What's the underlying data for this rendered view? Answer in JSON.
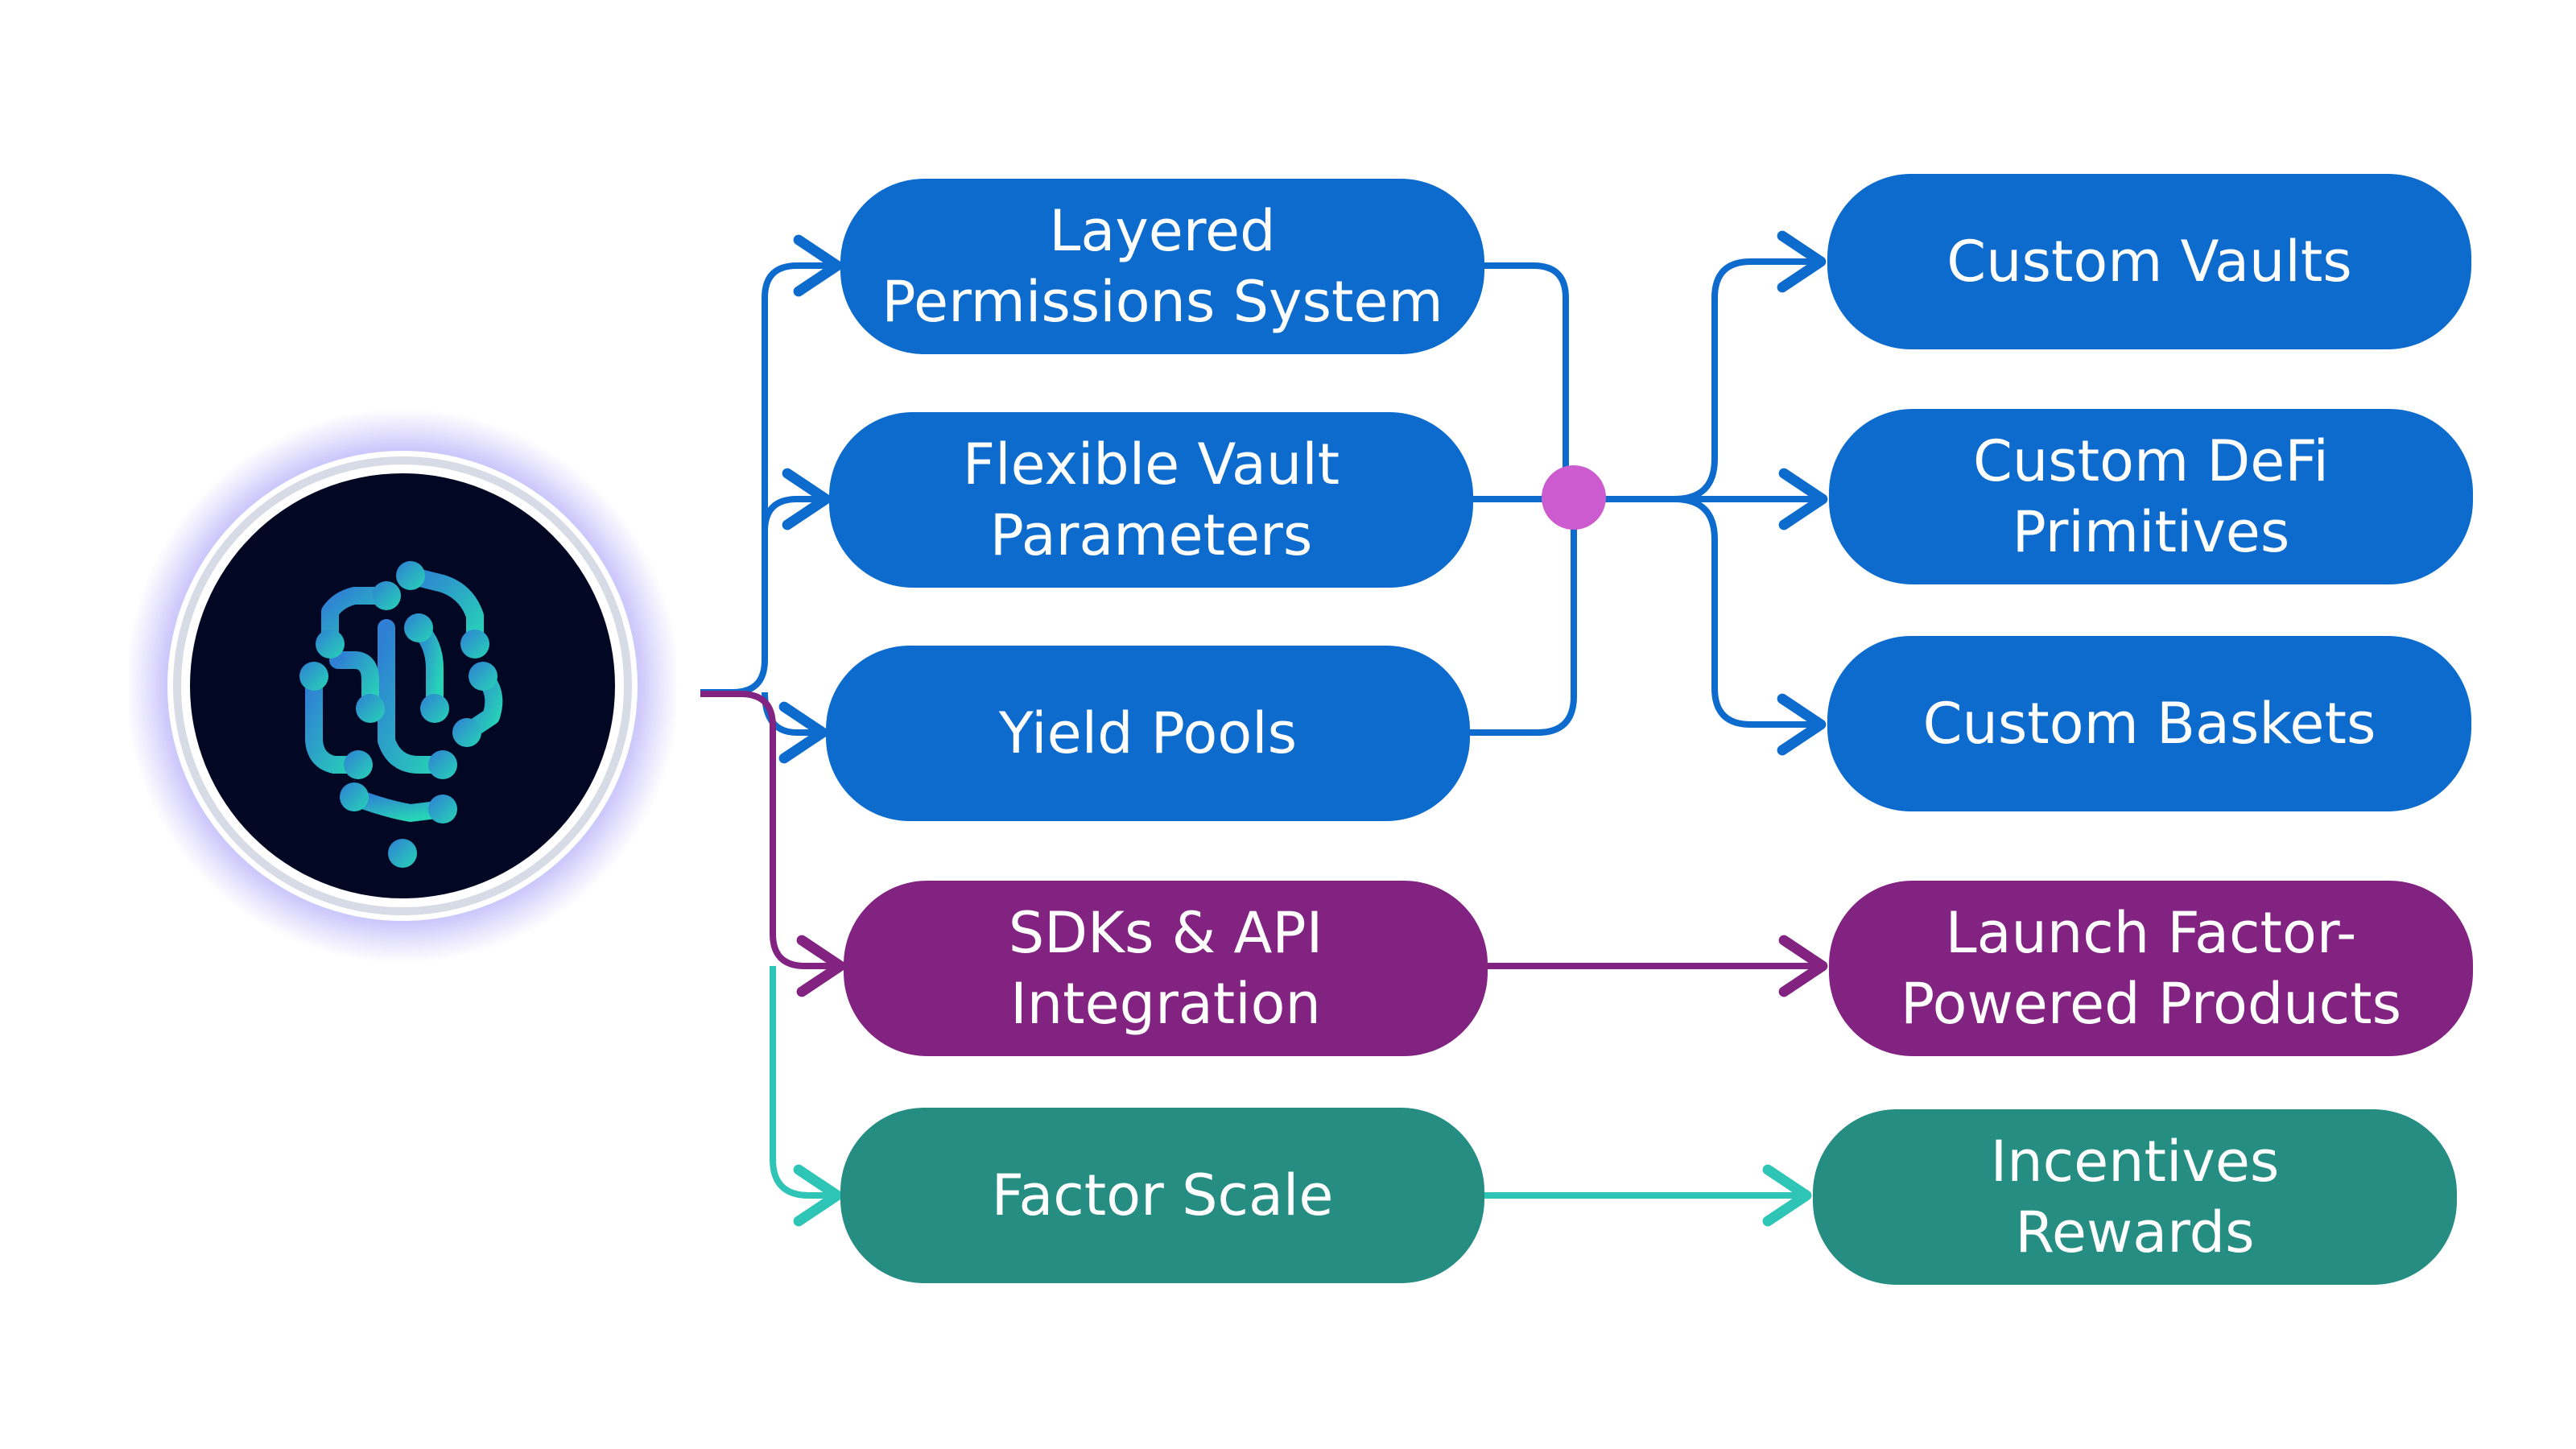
{
  "colors": {
    "blue": "#0c6bcd",
    "purple": "#822381",
    "teal": "#268d82",
    "teal_line": "#2ec4b6",
    "junction": "#cc5bd0",
    "logo_bg": "#020724"
  },
  "logo": {
    "icon": "factor-network-logo-icon"
  },
  "features": [
    {
      "id": "layered",
      "label": "Layered\nPermissions System",
      "color": "blue"
    },
    {
      "id": "flexible",
      "label": "Flexible Vault\nParameters",
      "color": "blue"
    },
    {
      "id": "yield",
      "label": "Yield Pools",
      "color": "blue"
    },
    {
      "id": "sdk",
      "label": "SDKs & API\nIntegration",
      "color": "purple"
    },
    {
      "id": "scale",
      "label": "Factor Scale",
      "color": "teal"
    }
  ],
  "outcomes": [
    {
      "id": "vaults",
      "label": "Custom Vaults",
      "color": "blue"
    },
    {
      "id": "defi",
      "label": "Custom DeFi\nPrimitives",
      "color": "blue"
    },
    {
      "id": "baskets",
      "label": "Custom Baskets",
      "color": "blue"
    },
    {
      "id": "launch",
      "label": "Launch Factor-\nPowered Products",
      "color": "purple"
    },
    {
      "id": "incentives",
      "label": "Incentives\nRewards",
      "color": "teal"
    }
  ]
}
